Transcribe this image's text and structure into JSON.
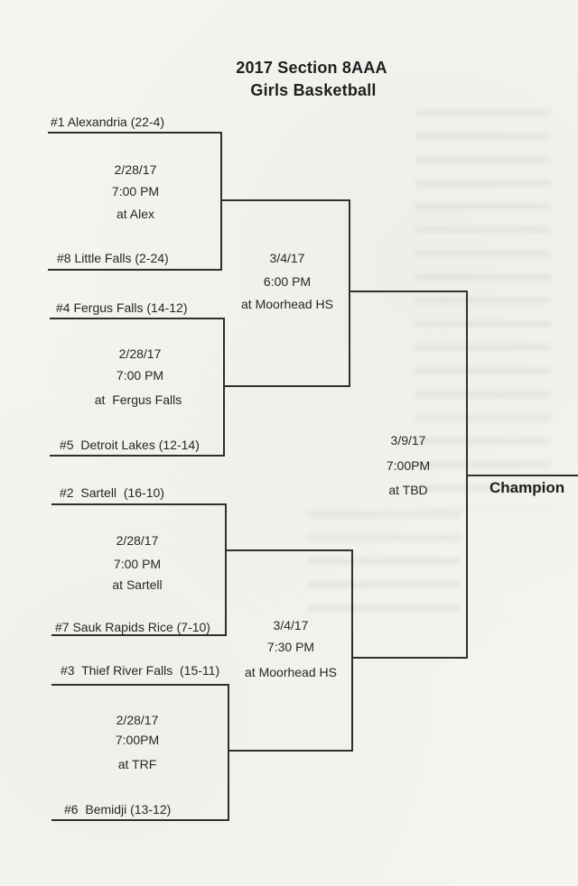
{
  "page": {
    "background": "#f5f4f0",
    "ink": "#2d2d2d"
  },
  "title": {
    "line1": "2017 Section 8AAA",
    "line2": "Girls Basketball"
  },
  "champion_label": "Champion",
  "bracket": {
    "round1": [
      {
        "team_top": "#1 Alexandria (22-4)",
        "team_bottom": "#8 Little Falls (2-24)",
        "date": "2/28/17",
        "time": "7:00 PM",
        "location": "at Alex"
      },
      {
        "team_top": "#4 Fergus Falls (14-12)",
        "team_bottom": "#5  Detroit Lakes (12-14)",
        "date": "2/28/17",
        "time": "7:00 PM",
        "location": "at  Fergus Falls"
      },
      {
        "team_top": "#2  Sartell  (16-10)",
        "team_bottom": "#7 Sauk Rapids Rice (7-10)",
        "date": "2/28/17",
        "time": "7:00 PM",
        "location": "at Sartell"
      },
      {
        "team_top": "#3  Thief River Falls  (15-11)",
        "team_bottom": "#6  Bemidji (13-12)",
        "date": "2/28/17",
        "time": "7:00PM",
        "location": "at TRF"
      }
    ],
    "semifinals": [
      {
        "date": "3/4/17",
        "time": "6:00 PM",
        "location": "at Moorhead HS"
      },
      {
        "date": "3/4/17",
        "time": "7:30 PM",
        "location": "at Moorhead HS"
      }
    ],
    "final": {
      "date": "3/9/17",
      "time": "7:00PM",
      "location": "at TBD"
    }
  }
}
